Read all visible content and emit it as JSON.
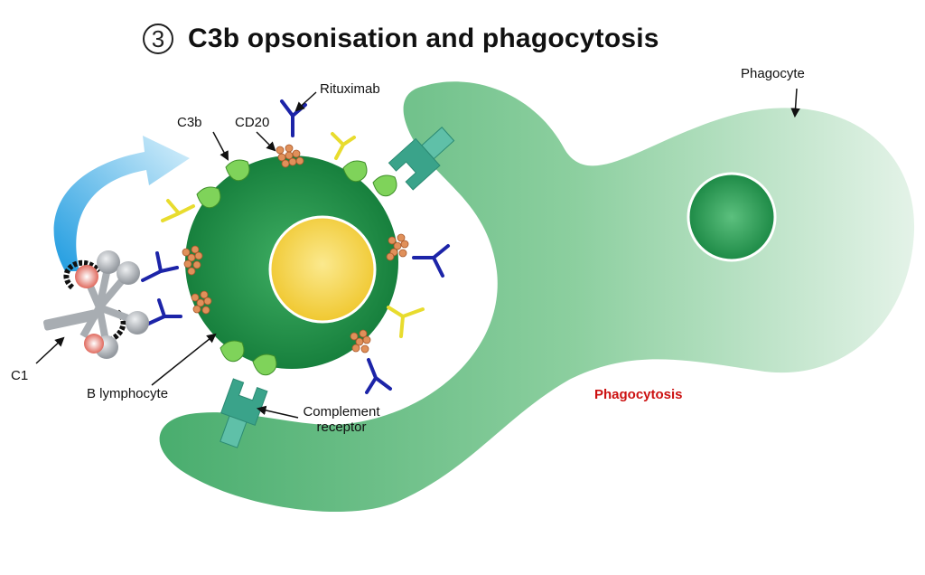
{
  "title": {
    "step": "3",
    "text": "C3b opsonisation and phagocytosis"
  },
  "labels": {
    "rituximab": "Rituximab",
    "c3b": "C3b",
    "cd20": "CD20",
    "phagocyte": "Phagocyte",
    "c1": "C1",
    "b_lymphocyte": "B lymphocyte",
    "complement_receptor_line1": "Complement",
    "complement_receptor_line2": "receptor",
    "phagocytosis": "Phagocytosis"
  },
  "colors": {
    "phagocyte_green": "#6cbf87",
    "cell_green": "#1e8a45",
    "nucleus_yellow": "#f2d34a",
    "antibody_blue": "#1c24a8",
    "antibody_yellow": "#e8dc2e",
    "c3b_green": "#7fd35a",
    "cd20_orange": "#e0905a",
    "receptor_teal": "#3aa38a",
    "arrow_blue": "#3aaee8",
    "c1_grey": "#a8adb2",
    "phagocytosis_red": "#cc1111"
  }
}
